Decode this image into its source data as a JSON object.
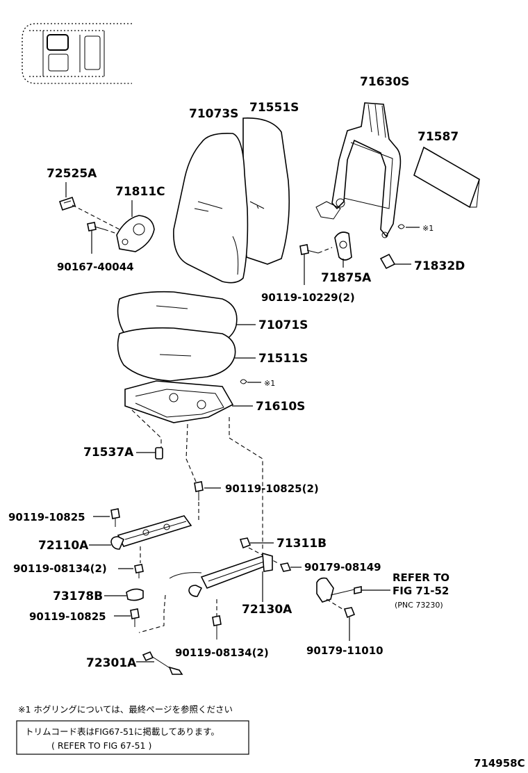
{
  "parts": {
    "p71630S": "71630S",
    "p71073S": "71073S",
    "p71551S": "71551S",
    "p71587": "71587",
    "p72525A": "72525A",
    "p71811C": "71811C",
    "p90167_40044": "90167-40044",
    "p71875A": "71875A",
    "p71832D": "71832D",
    "p90119_10229": "90119-10229(2)",
    "p71071S": "71071S",
    "p71511S": "71511S",
    "p71610S": "71610S",
    "p71537A": "71537A",
    "p90119_10825_2": "90119-10825(2)",
    "p90119_10825_a": "90119-10825",
    "p72110A": "72110A",
    "p71311B": "71311B",
    "p90119_08134_2a": "90119-08134(2)",
    "p90179_08149": "90179-08149",
    "p73178B": "73178B",
    "p90119_10825_b": "90119-10825",
    "p72130A": "72130A",
    "p90119_08134_2b": "90119-08134(2)",
    "p90179_11010": "90179-11010",
    "p72301A": "72301A"
  },
  "refs": {
    "mark1_a": "※1",
    "mark1_b": "※1",
    "refer_line1": "REFER TO",
    "refer_line2": "FIG 71-52",
    "refer_pnc": "(PNC 73230)"
  },
  "footnote": {
    "mark_note": "※1 ホグリングについては、最終ページを参照ください",
    "box_line1": "トリムコード表はFIG67-51に掲載してあります。",
    "box_line2": "( REFER TO FIG 67-51 )"
  },
  "figure_number": "714958C"
}
